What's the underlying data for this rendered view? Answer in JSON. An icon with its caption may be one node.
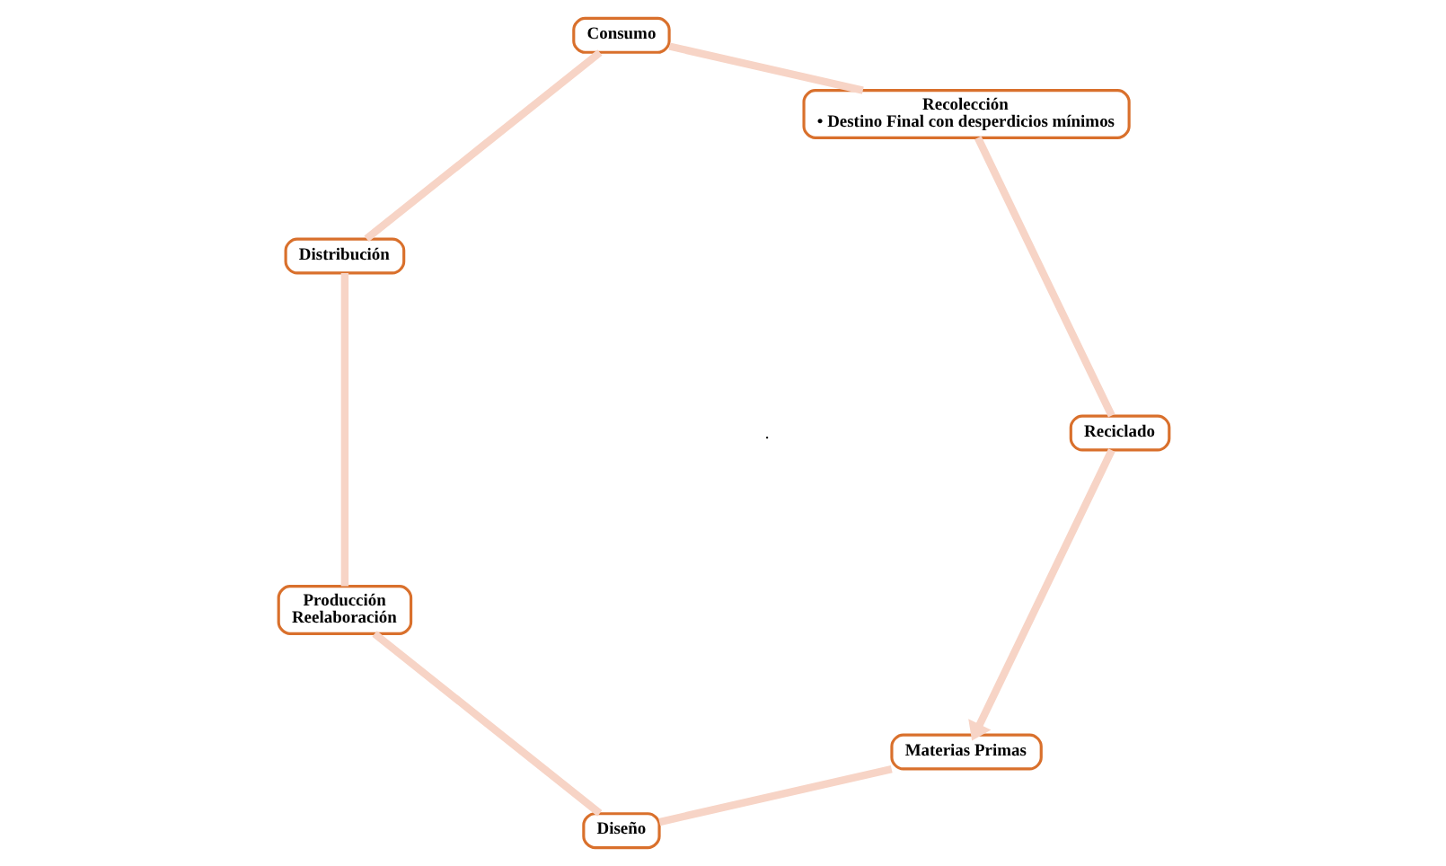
{
  "diagram": {
    "nodes": [
      {
        "text": [
          "Materias Primas"
        ]
      },
      {
        "text": [
          "Diseño"
        ]
      },
      {
        "text": [
          "Producción",
          "Reelaboración"
        ]
      },
      {
        "text": [
          "Distribución"
        ]
      },
      {
        "text": [
          "Consumo"
        ]
      },
      {
        "text": [
          "Recolección",
          "• Destino Final con desperdicios mínimos"
        ]
      },
      {
        "text": [
          "Reciclado"
        ]
      }
    ],
    "edges": [
      {
        "from": 0,
        "to": 1,
        "arrow": "none"
      },
      {
        "from": 1,
        "to": 2,
        "arrow": "none"
      },
      {
        "from": 2,
        "to": 3,
        "arrow": "none"
      },
      {
        "from": 3,
        "to": 4,
        "arrow": "none"
      },
      {
        "from": 4,
        "to": 5,
        "arrow": "none"
      },
      {
        "from": 5,
        "to": 6,
        "arrow": "none"
      },
      {
        "from": 6,
        "to": 0,
        "arrow": "to"
      }
    ],
    "labels": [
      "."
    ]
  }
}
